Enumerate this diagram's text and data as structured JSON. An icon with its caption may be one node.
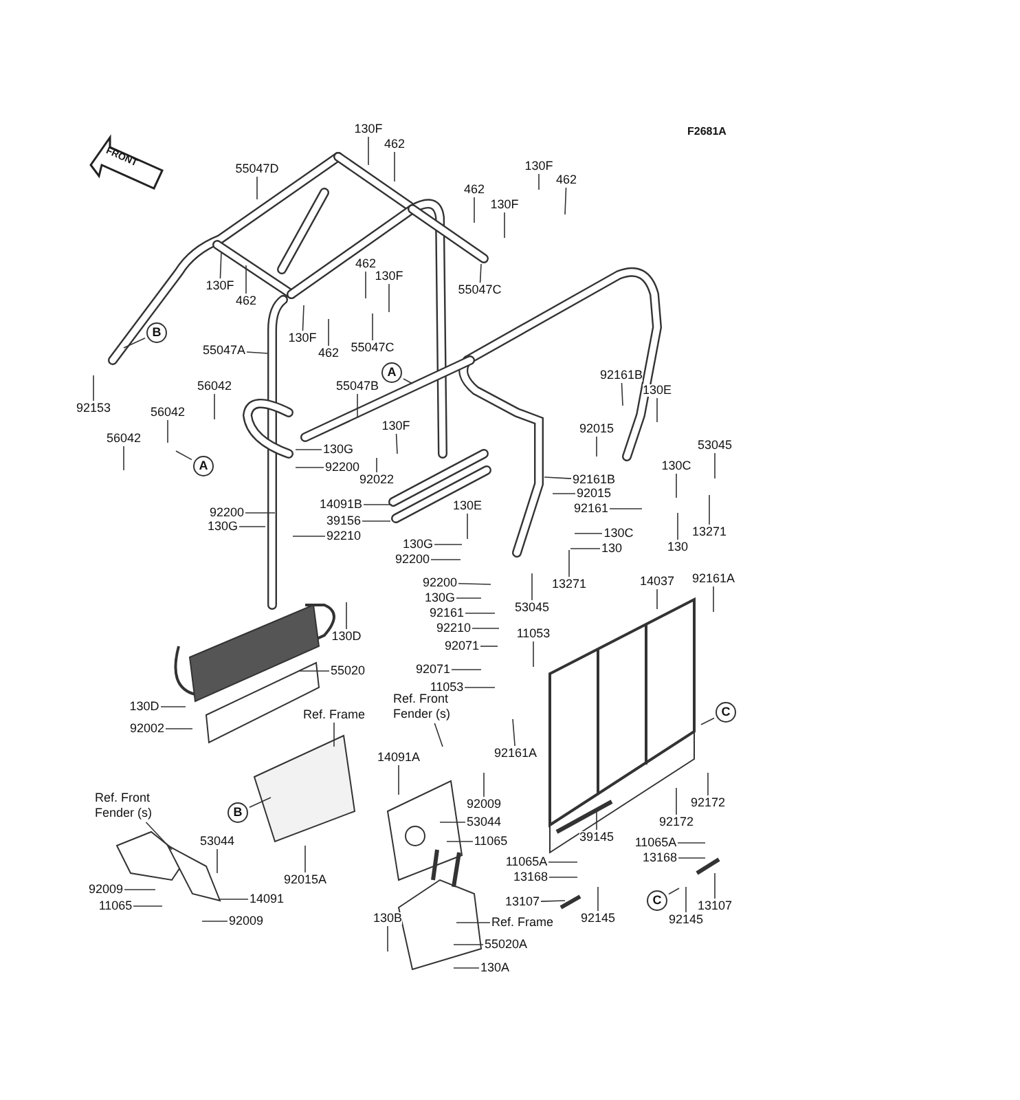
{
  "diagram": {
    "nodes": [
      {
        "text": [
          "130F"
        ]
      },
      {
        "text": [
          "462"
        ]
      },
      {
        "text": [
          "55047D"
        ]
      },
      {
        "text": [
          "130F"
        ]
      },
      {
        "text": [
          "462"
        ]
      },
      {
        "text": [
          "462"
        ]
      },
      {
        "text": [
          "130F"
        ]
      },
      {
        "text": [
          "55047C"
        ]
      },
      {
        "text": [
          "130F"
        ]
      },
      {
        "text": [
          "462"
        ]
      },
      {
        "text": [
          "462"
        ]
      },
      {
        "text": [
          "130F"
        ]
      },
      {
        "text": [
          "130F"
        ]
      },
      {
        "text": [
          "462"
        ]
      },
      {
        "text": [
          "55047C"
        ]
      },
      {
        "text": [
          "55047A"
        ]
      },
      {
        "text": [
          "B"
        ]
      },
      {
        "text": [
          "92153"
        ]
      },
      {
        "text": [
          "56042"
        ]
      },
      {
        "text": [
          "56042"
        ]
      },
      {
        "text": [
          "56042"
        ]
      },
      {
        "text": [
          "A"
        ]
      },
      {
        "text": [
          "A"
        ]
      },
      {
        "text": [
          "55047B"
        ]
      },
      {
        "text": [
          "130F"
        ]
      },
      {
        "text": [
          "130G"
        ]
      },
      {
        "text": [
          "92200"
        ]
      },
      {
        "text": [
          "92022"
        ]
      },
      {
        "text": [
          "14091B"
        ]
      },
      {
        "text": [
          "39156"
        ]
      },
      {
        "text": [
          "92200"
        ]
      },
      {
        "text": [
          "130G"
        ]
      },
      {
        "text": [
          "92210"
        ]
      },
      {
        "text": [
          "130E"
        ]
      },
      {
        "text": [
          "130G"
        ]
      },
      {
        "text": [
          "92200"
        ]
      },
      {
        "text": [
          "92200"
        ]
      },
      {
        "text": [
          "130G"
        ]
      },
      {
        "text": [
          "92161"
        ]
      },
      {
        "text": [
          "92210"
        ]
      },
      {
        "text": [
          "92161B"
        ]
      },
      {
        "text": [
          "130E"
        ]
      },
      {
        "text": [
          "92015"
        ]
      },
      {
        "text": [
          "53045"
        ]
      },
      {
        "text": [
          "130C"
        ]
      },
      {
        "text": [
          "92161B"
        ]
      },
      {
        "text": [
          "92015"
        ]
      },
      {
        "text": [
          "92161"
        ]
      },
      {
        "text": [
          "130C"
        ]
      },
      {
        "text": [
          "130"
        ]
      },
      {
        "text": [
          "13271"
        ]
      },
      {
        "text": [
          "130"
        ]
      },
      {
        "text": [
          "13271"
        ]
      },
      {
        "text": [
          "53045"
        ]
      },
      {
        "text": [
          "14037"
        ]
      },
      {
        "text": [
          "92161A"
        ]
      },
      {
        "text": [
          "11053"
        ]
      },
      {
        "text": [
          "92071"
        ]
      },
      {
        "text": [
          "92071"
        ]
      },
      {
        "text": [
          "11053"
        ]
      },
      {
        "text": [
          "92161A"
        ]
      },
      {
        "text": [
          "C"
        ]
      },
      {
        "text": [
          "130D"
        ]
      },
      {
        "text": [
          "55020"
        ]
      },
      {
        "text": [
          "130D"
        ]
      },
      {
        "text": [
          "92002"
        ]
      },
      {
        "text": [
          "Ref. Frame"
        ]
      },
      {
        "text": [
          "Ref. Front Fender (s)"
        ]
      },
      {
        "text": [
          "14091A"
        ]
      },
      {
        "text": [
          "92009"
        ]
      },
      {
        "text": [
          "53044"
        ]
      },
      {
        "text": [
          "11065"
        ]
      },
      {
        "text": [
          "B"
        ]
      },
      {
        "text": [
          "Ref. Front Fender (s)"
        ]
      },
      {
        "text": [
          "53044"
        ]
      },
      {
        "text": [
          "92015A"
        ]
      },
      {
        "text": [
          "92009"
        ]
      },
      {
        "text": [
          "11065"
        ]
      },
      {
        "text": [
          "14091"
        ]
      },
      {
        "text": [
          "92009"
        ]
      },
      {
        "text": [
          "130B"
        ]
      },
      {
        "text": [
          "Ref. Frame"
        ]
      },
      {
        "text": [
          "55020A"
        ]
      },
      {
        "text": [
          "130A"
        ]
      },
      {
        "text": [
          "39145"
        ]
      },
      {
        "text": [
          "92172"
        ]
      },
      {
        "text": [
          "92172"
        ]
      },
      {
        "text": [
          "11065A"
        ]
      },
      {
        "text": [
          "13168"
        ]
      },
      {
        "text": [
          "13107"
        ]
      },
      {
        "text": [
          "C"
        ]
      },
      {
        "text": [
          "92145"
        ]
      },
      {
        "text": [
          "11065A"
        ]
      },
      {
        "text": [
          "13168"
        ]
      },
      {
        "text": [
          "13107"
        ]
      },
      {
        "text": [
          "92145"
        ]
      }
    ],
    "edges": [
      {
        "from": 0,
        "to": null,
        "arrow": "none"
      },
      {
        "from": 1,
        "to": null,
        "arrow": "none"
      },
      {
        "from": 2,
        "to": null,
        "arrow": "none"
      },
      {
        "from": 3,
        "to": null,
        "arrow": "none"
      },
      {
        "from": 4,
        "to": null,
        "arrow": "none"
      },
      {
        "from": 5,
        "to": null,
        "arrow": "none"
      },
      {
        "from": 6,
        "to": null,
        "arrow": "none"
      },
      {
        "from": 7,
        "to": null,
        "arrow": "none"
      },
      {
        "from": 8,
        "to": null,
        "arrow": "none"
      },
      {
        "from": 9,
        "to": null,
        "arrow": "none"
      },
      {
        "from": 10,
        "to": null,
        "arrow": "none"
      },
      {
        "from": 11,
        "to": null,
        "arrow": "none"
      },
      {
        "from": 12,
        "to": null,
        "arrow": "none"
      },
      {
        "from": 13,
        "to": null,
        "arrow": "none"
      },
      {
        "from": 14,
        "to": null,
        "arrow": "none"
      },
      {
        "from": 15,
        "to": null,
        "arrow": "none"
      },
      {
        "from": 16,
        "to": null,
        "arrow": "none"
      },
      {
        "from": 17,
        "to": null,
        "arrow": "none"
      },
      {
        "from": 18,
        "to": null,
        "arrow": "none"
      },
      {
        "from": 19,
        "to": null,
        "arrow": "none"
      },
      {
        "from": 20,
        "to": null,
        "arrow": "none"
      },
      {
        "from": 21,
        "to": null,
        "arrow": "none"
      },
      {
        "from": 22,
        "to": null,
        "arrow": "none"
      },
      {
        "from": 23,
        "to": null,
        "arrow": "none"
      },
      {
        "from": 24,
        "to": null,
        "arrow": "none"
      },
      {
        "from": 25,
        "to": null,
        "arrow": "none"
      },
      {
        "from": 26,
        "to": null,
        "arrow": "none"
      },
      {
        "from": 27,
        "to": null,
        "arrow": "none"
      },
      {
        "from": 28,
        "to": null,
        "arrow": "none"
      },
      {
        "from": 29,
        "to": null,
        "arrow": "none"
      },
      {
        "from": 30,
        "to": null,
        "arrow": "none"
      },
      {
        "from": 31,
        "to": null,
        "arrow": "none"
      },
      {
        "from": 32,
        "to": null,
        "arrow": "none"
      },
      {
        "from": 33,
        "to": null,
        "arrow": "none"
      },
      {
        "from": 34,
        "to": null,
        "arrow": "none"
      },
      {
        "from": 35,
        "to": null,
        "arrow": "none"
      },
      {
        "from": 36,
        "to": null,
        "arrow": "none"
      },
      {
        "from": 37,
        "to": null,
        "arrow": "none"
      },
      {
        "from": 38,
        "to": null,
        "arrow": "none"
      },
      {
        "from": 39,
        "to": null,
        "arrow": "none"
      },
      {
        "from": 40,
        "to": null,
        "arrow": "none"
      },
      {
        "from": 41,
        "to": null,
        "arrow": "none"
      },
      {
        "from": 42,
        "to": null,
        "arrow": "none"
      },
      {
        "from": 43,
        "to": null,
        "arrow": "none"
      },
      {
        "from": 44,
        "to": null,
        "arrow": "none"
      },
      {
        "from": 45,
        "to": null,
        "arrow": "none"
      },
      {
        "from": 46,
        "to": null,
        "arrow": "none"
      },
      {
        "from": 47,
        "to": null,
        "arrow": "none"
      },
      {
        "from": 48,
        "to": null,
        "arrow": "none"
      },
      {
        "from": 49,
        "to": null,
        "arrow": "none"
      },
      {
        "from": 50,
        "to": null,
        "arrow": "none"
      },
      {
        "from": 51,
        "to": null,
        "arrow": "none"
      },
      {
        "from": 52,
        "to": null,
        "arrow": "none"
      },
      {
        "from": 53,
        "to": null,
        "arrow": "none"
      },
      {
        "from": 54,
        "to": null,
        "arrow": "none"
      },
      {
        "from": 55,
        "to": null,
        "arrow": "none"
      },
      {
        "from": 56,
        "to": null,
        "arrow": "none"
      },
      {
        "from": 57,
        "to": null,
        "arrow": "none"
      },
      {
        "from": 58,
        "to": null,
        "arrow": "none"
      },
      {
        "from": 59,
        "to": null,
        "arrow": "none"
      },
      {
        "from": 60,
        "to": null,
        "arrow": "none"
      },
      {
        "from": 61,
        "to": null,
        "arrow": "none"
      },
      {
        "from": 62,
        "to": null,
        "arrow": "none"
      },
      {
        "from": 63,
        "to": null,
        "arrow": "none"
      },
      {
        "from": 64,
        "to": null,
        "arrow": "none"
      },
      {
        "from": 65,
        "to": null,
        "arrow": "none"
      },
      {
        "from": 66,
        "to": null,
        "arrow": "none"
      },
      {
        "from": 67,
        "to": null,
        "arrow": "none"
      },
      {
        "from": 68,
        "to": null,
        "arrow": "none"
      },
      {
        "from": 69,
        "to": null,
        "arrow": "none"
      },
      {
        "from": 70,
        "to": null,
        "arrow": "none"
      },
      {
        "from": 71,
        "to": null,
        "arrow": "none"
      },
      {
        "from": 72,
        "to": null,
        "arrow": "none"
      },
      {
        "from": 73,
        "to": null,
        "arrow": "none"
      },
      {
        "from": 74,
        "to": null,
        "arrow": "none"
      },
      {
        "from": 75,
        "to": null,
        "arrow": "none"
      },
      {
        "from": 76,
        "to": null,
        "arrow": "none"
      },
      {
        "from": 77,
        "to": null,
        "arrow": "none"
      },
      {
        "from": 78,
        "to": null,
        "arrow": "none"
      },
      {
        "from": 79,
        "to": null,
        "arrow": "none"
      },
      {
        "from": 80,
        "to": null,
        "arrow": "none"
      },
      {
        "from": 81,
        "to": null,
        "arrow": "none"
      },
      {
        "from": 82,
        "to": null,
        "arrow": "none"
      },
      {
        "from": 83,
        "to": null,
        "arrow": "none"
      },
      {
        "from": 84,
        "to": null,
        "arrow": "none"
      },
      {
        "from": 85,
        "to": null,
        "arrow": "none"
      },
      {
        "from": 86,
        "to": null,
        "arrow": "none"
      },
      {
        "from": 87,
        "to": null,
        "arrow": "none"
      },
      {
        "from": 88,
        "to": null,
        "arrow": "none"
      },
      {
        "from": 89,
        "to": null,
        "arrow": "none"
      },
      {
        "from": 90,
        "to": null,
        "arrow": "none"
      },
      {
        "from": 91,
        "to": null,
        "arrow": "none"
      },
      {
        "from": 92,
        "to": null,
        "arrow": "none"
      },
      {
        "from": 93,
        "to": null,
        "arrow": "none"
      },
      {
        "from": 94,
        "to": null,
        "arrow": "none"
      },
      {
        "from": 95,
        "to": null,
        "arrow": "none"
      }
    ],
    "labels": [
      "F2681A",
      "FRONT"
    ]
  }
}
